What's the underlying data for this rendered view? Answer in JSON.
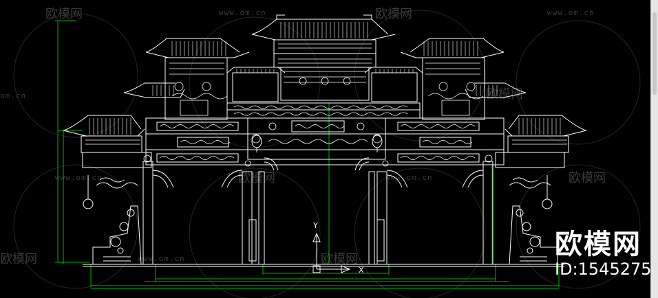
{
  "watermark": {
    "brand": "欧模网",
    "url": "www.om.cn",
    "url_short": "om.cn"
  },
  "overlay": {
    "site_name": "欧模网",
    "id_label": "ID:1545275"
  },
  "ucs_icon": {
    "x_label": "X",
    "y_label": "Y"
  },
  "colors": {
    "background": "#000000",
    "lines": "#ffffff",
    "dimensions": "#00cc00",
    "watermark": "#3a3a3a"
  }
}
